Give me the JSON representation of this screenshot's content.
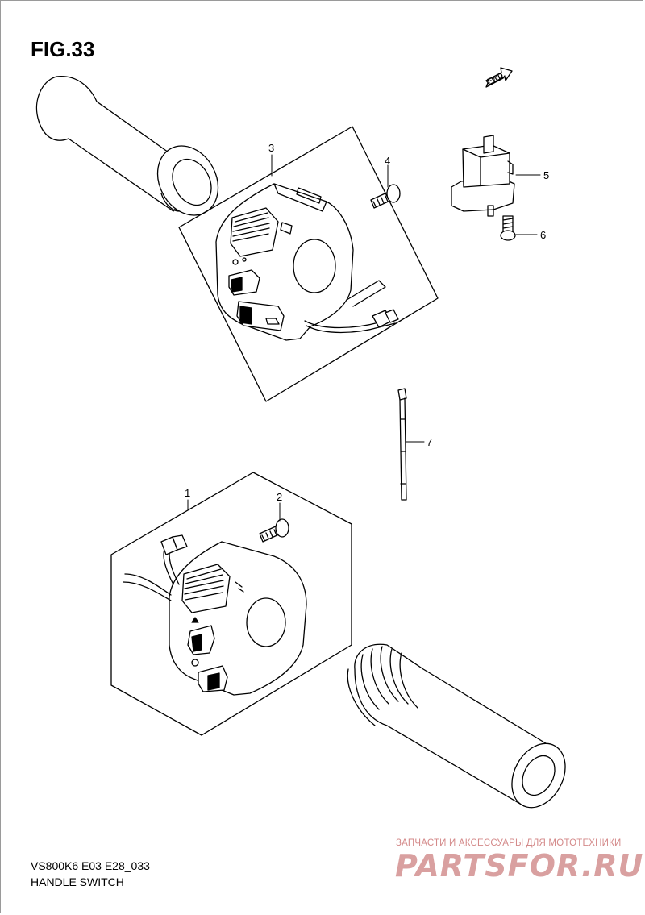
{
  "figure": {
    "title": "FIG.33",
    "fwd_label": "FWD"
  },
  "callouts": {
    "c1": "1",
    "c2": "2",
    "c3": "3",
    "c4": "4",
    "c5": "5",
    "c6": "6",
    "c7": "7"
  },
  "footer": {
    "model_code": "VS800K6 E03 E28_033",
    "section_name": "HANDLE SWITCH"
  },
  "watermark": {
    "subtitle": "ЗАПЧАСТИ И АКСЕССУАРЫ ДЛЯ МОТОТЕХНИКИ",
    "logo": "PARTSFOR.RU"
  }
}
